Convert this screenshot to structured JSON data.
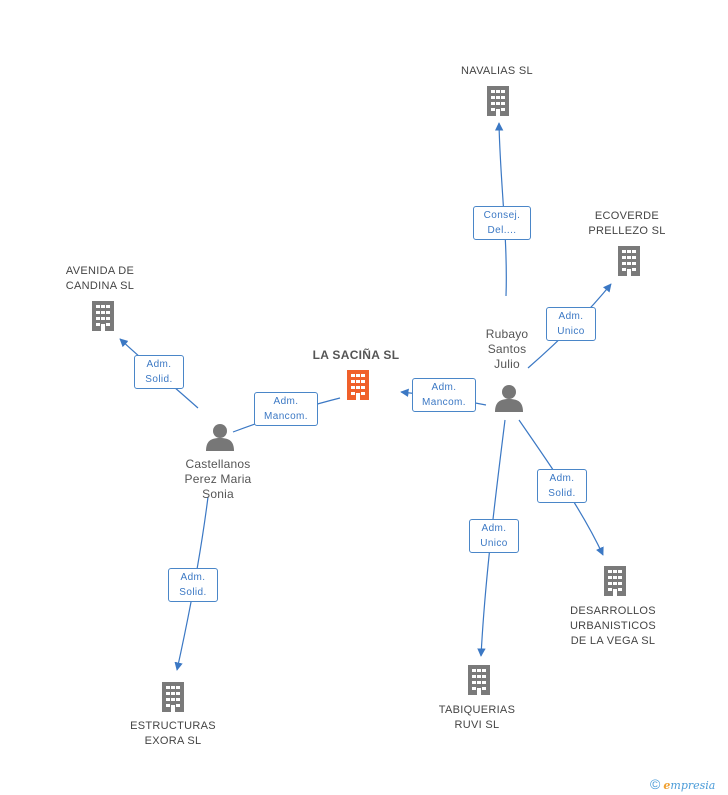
{
  "colors": {
    "edge": "#3b78c4",
    "building": "#7a7a7a",
    "main_building": "#f0602a",
    "person": "#777777"
  },
  "nodes": {
    "navalias": "NAVALIAS SL",
    "ecoverde": "ECOVERDE\nPRELLEZO SL",
    "avenida": "AVENIDA DE\nCANDINA SL",
    "main": "LA SACIÑA SL",
    "desarrollos": "DESARROLLOS\nURBANISTICOS\nDE LA VEGA SL",
    "tabiquerias": "TABIQUERIAS\nRUVI SL",
    "estructuras": "ESTRUCTURAS\nEXORA SL"
  },
  "people": {
    "rubayo": "Rubayo\nSantos\nJulio",
    "castellanos": "Castellanos\nPerez Maria\nSonia"
  },
  "edges": {
    "consej": "Consej.\nDel....",
    "adm_unico_eco": "Adm.\nUnico",
    "adm_mancom_rubayo": "Adm.\nMancom.",
    "adm_mancom_cast": "Adm.\nMancom.",
    "adm_solid_avenida": "Adm.\nSolid.",
    "adm_solid_desarrollos": "Adm.\nSolid.",
    "adm_unico_tabiq": "Adm.\nUnico",
    "adm_solid_estructuras": "Adm.\nSolid."
  },
  "footer": {
    "copyright": "©",
    "brand_initial": "e",
    "brand_rest": "mpresia"
  }
}
